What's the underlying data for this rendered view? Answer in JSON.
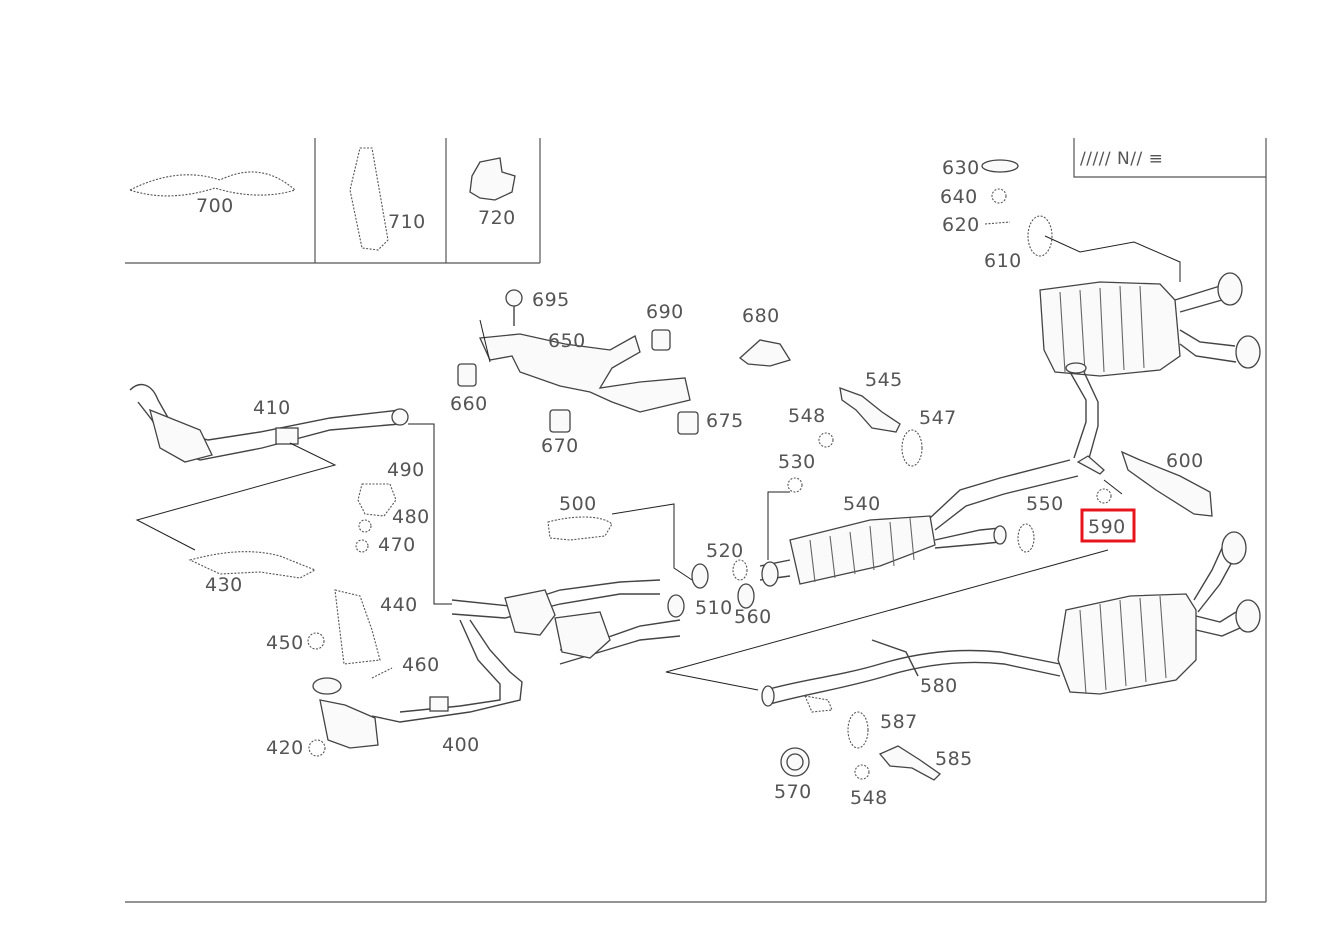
{
  "diagram": {
    "logo_text": "∕∕∕∕∕ N∕∕ ≡",
    "highlight_color": "#e8141c",
    "highlighted_part": "590",
    "inset_labels": {
      "p700": "700",
      "p710": "710",
      "p720": "720"
    },
    "labels": {
      "p630": "630",
      "p640": "640",
      "p620": "620",
      "p610": "610",
      "p695": "695",
      "p690": "690",
      "p680": "680",
      "p650": "650",
      "p660": "660",
      "p670": "670",
      "p675": "675",
      "p410": "410",
      "p490": "490",
      "p480": "480",
      "p470": "470",
      "p430": "430",
      "p440": "440",
      "p450": "450",
      "p460": "460",
      "p420": "420",
      "p400": "400",
      "p500": "500",
      "p510": "510",
      "p520": "520",
      "p560": "560",
      "p530": "530",
      "p540": "540",
      "p545": "545",
      "p548a": "548",
      "p547": "547",
      "p550": "550",
      "p590": "590",
      "p600": "600",
      "p580": "580",
      "p587": "587",
      "p585": "585",
      "p570": "570",
      "p548b": "548"
    }
  }
}
